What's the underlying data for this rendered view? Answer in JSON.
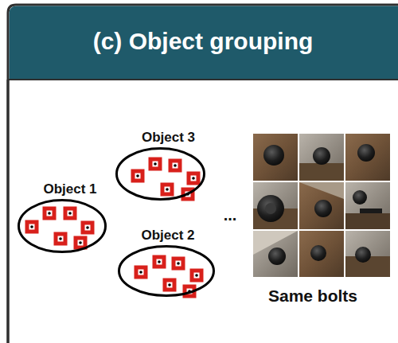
{
  "diagram": {
    "title": "(c) Object grouping",
    "nodes": [
      {
        "text": [
          "Object 1"
        ]
      },
      {
        "text": [
          "Object 3"
        ]
      },
      {
        "text": [
          "Object 2"
        ]
      }
    ],
    "labels": [
      "...",
      "Same bolts"
    ]
  }
}
